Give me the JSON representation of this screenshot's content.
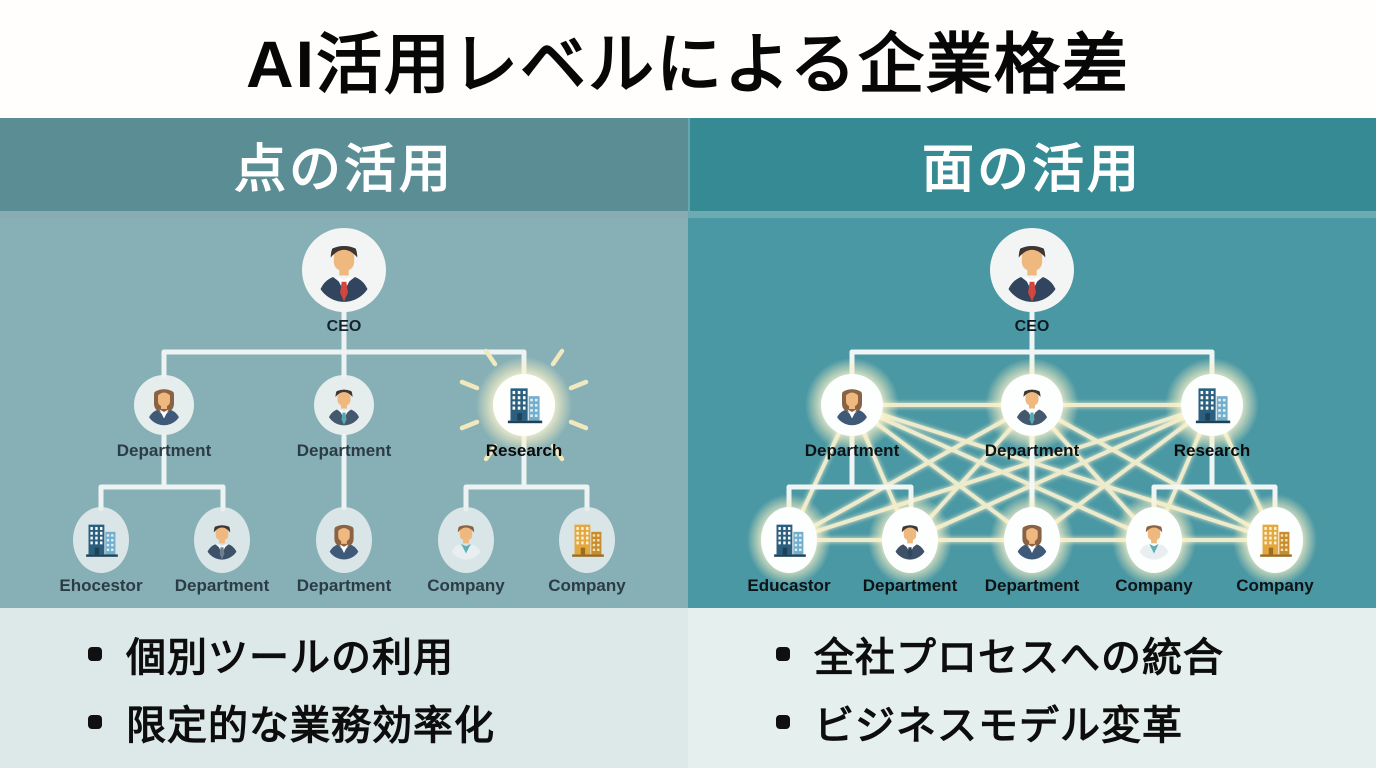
{
  "title": "AI活用レベルによる企業格差",
  "panels": {
    "left": {
      "header": "点の活用",
      "org": {
        "ceo": "CEO",
        "level2": [
          "Department",
          "Department",
          "Research"
        ],
        "level3": [
          "Ehocestor",
          "Department",
          "Department",
          "Company",
          "Company"
        ]
      },
      "bullet": "・",
      "points": [
        "個別ツールの利用",
        "限定的な業務効率化"
      ]
    },
    "right": {
      "header": "面の活用",
      "org": {
        "ceo": "CEO",
        "level2": [
          "Department",
          "Department",
          "Research"
        ],
        "level3": [
          "Educastor",
          "Department",
          "Department",
          "Company",
          "Company"
        ]
      },
      "bullet": "・",
      "points": [
        "全社プロセスへの統合",
        "ビジネスモデル変革"
      ]
    }
  },
  "colors": {
    "left_header": "#5b8d94",
    "right_header": "#358a94",
    "left_panel_bg": "#87b0b6",
    "right_panel_bg": "#4a98a4",
    "left_notes_bg": "#dde8e8",
    "right_notes_bg": "#e5efed",
    "connector_white": "#f2f7f6",
    "mesh_line": "#f6f0cf",
    "node_glow": "#fff9dd",
    "title_text": "#070707",
    "header_text": "#ffffff"
  }
}
